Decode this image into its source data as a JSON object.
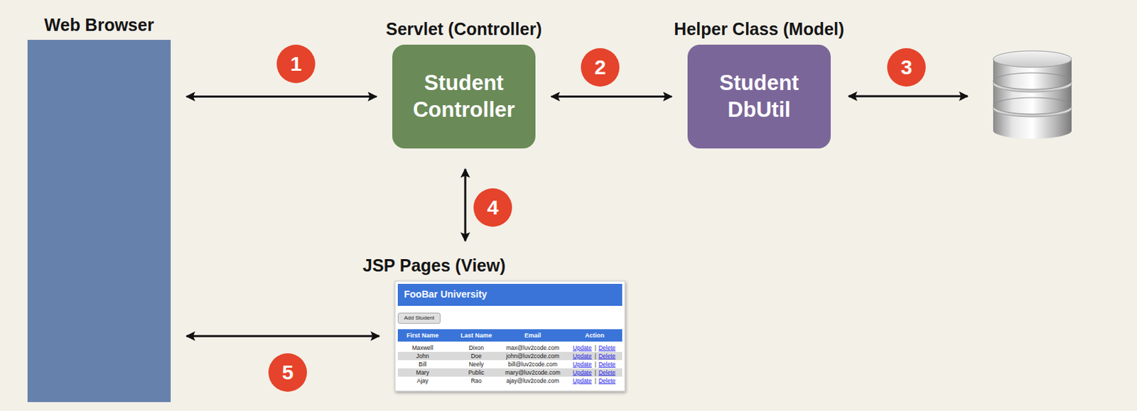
{
  "diagram": {
    "nodes": [
      {
        "text": [
          "Web Browser"
        ]
      },
      {
        "text": [
          "Servlet (Controller)",
          "Student Controller"
        ]
      },
      {
        "text": [
          "Helper Class (Model)",
          "Student DbUtil"
        ]
      },
      {
        "text": [
          "JSP Pages (View)"
        ]
      },
      {
        "text": [
          "FooBar University"
        ],
        "in": 3
      },
      {
        "text": [
          "Add Student"
        ],
        "in": 3
      }
    ],
    "edges": [
      {
        "from": 0,
        "to": 1,
        "arrow": "both"
      },
      {
        "from": 1,
        "to": 2,
        "arrow": "both"
      },
      {
        "from": 1,
        "to": 3,
        "arrow": "both"
      },
      {
        "from": 0,
        "to": 3,
        "arrow": "both"
      }
    ],
    "labels": [
      "1",
      "2",
      "3",
      "4",
      "5",
      "First Name",
      "Last Name",
      "Email",
      "Action",
      "Maxwell",
      "Dixon",
      "max@luv2code.com",
      "Update",
      "|",
      "Delete",
      "John",
      "Doe",
      "john@luv2code.com",
      "Update",
      "|",
      "Delete",
      "Bill",
      "Neely",
      "bill@luv2code.com",
      "Update",
      "|",
      "Delete",
      "Mary",
      "Public",
      "mary@luv2code.com",
      "Update",
      "|",
      "Delete",
      "Ajay",
      "Rao",
      "ajay@luv2code.com",
      "Update",
      "|",
      "Delete"
    ]
  }
}
